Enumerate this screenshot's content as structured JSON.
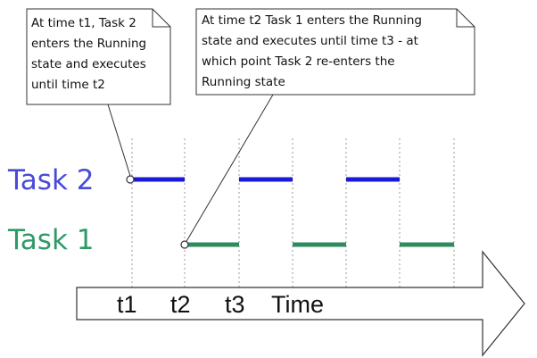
{
  "callouts": [
    {
      "lines": [
        "At time t1, Task 2",
        "enters the Running",
        "state and executes",
        "until time t2"
      ]
    },
    {
      "lines": [
        "At time t2 Task 1 enters the Running",
        "state and executes until time t3 - at",
        "which point Task 2 re-enters the",
        "Running state"
      ]
    }
  ],
  "tasks": {
    "task2": {
      "label": "Task 2",
      "color": "#1a1ad6"
    },
    "task1": {
      "label": "Task 1",
      "color": "#2e8b5e"
    }
  },
  "axis": {
    "ticks": [
      "t1",
      "t2",
      "t3"
    ],
    "time_label": "Time"
  }
}
